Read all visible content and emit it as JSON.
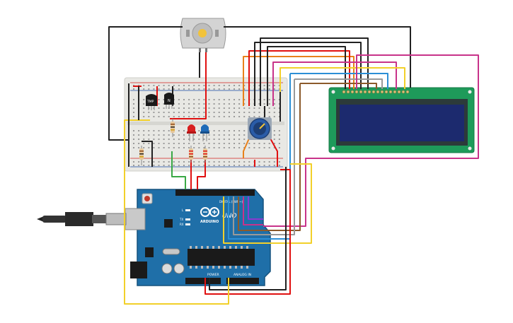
{
  "colors": {
    "background": "#ffffff",
    "breadboard": "#e8e8e4",
    "breadboard_hole": "#9a9a9a",
    "rail_red": "#d9534f",
    "rail_blue": "#4a6fb5",
    "arduino_blue": "#1f6fa8",
    "arduino_dark": "#15527e",
    "lcd_pcb": "#1e9a5a",
    "lcd_screen": "#1c2a6e",
    "wire_black": "#222222",
    "wire_red": "#e01010",
    "wire_yellow": "#f2d02a",
    "wire_green": "#39a845",
    "wire_orange": "#e8801a",
    "wire_magenta": "#c8338a",
    "wire_purple": "#8a3ad0",
    "wire_blue": "#2c8fd6",
    "wire_brown": "#8b5a2b",
    "wire_gray": "#999999",
    "wire_white": "#dddddd",
    "led_red": "#d81f1f",
    "led_blue": "#1f6bb8",
    "potentiometer": "#2a5ca8",
    "motor_body": "#d4d4d4",
    "motor_hub": "#f2c33a",
    "usb_cable": "#333333",
    "chip_black": "#1a1a1a"
  },
  "components": {
    "temp_sensor_label": "TMP",
    "transistor_label": "N",
    "arduino_logo_text": "ARDUINO",
    "arduino_model": "UNO",
    "digital_header_label": "DIGITAL (PWM~)",
    "power_header_label": "POWER",
    "analog_header_label": "ANALOG IN",
    "tx_label": "TX",
    "rx_label": "RX",
    "l_label": "L"
  },
  "icons": {
    "motor": "dc-motor-icon",
    "usb": "usb-cable-icon",
    "pot": "potentiometer-icon",
    "lcd": "lcd-16x2-icon",
    "led_red": "red-led-icon",
    "led_blue": "blue-led-icon"
  }
}
